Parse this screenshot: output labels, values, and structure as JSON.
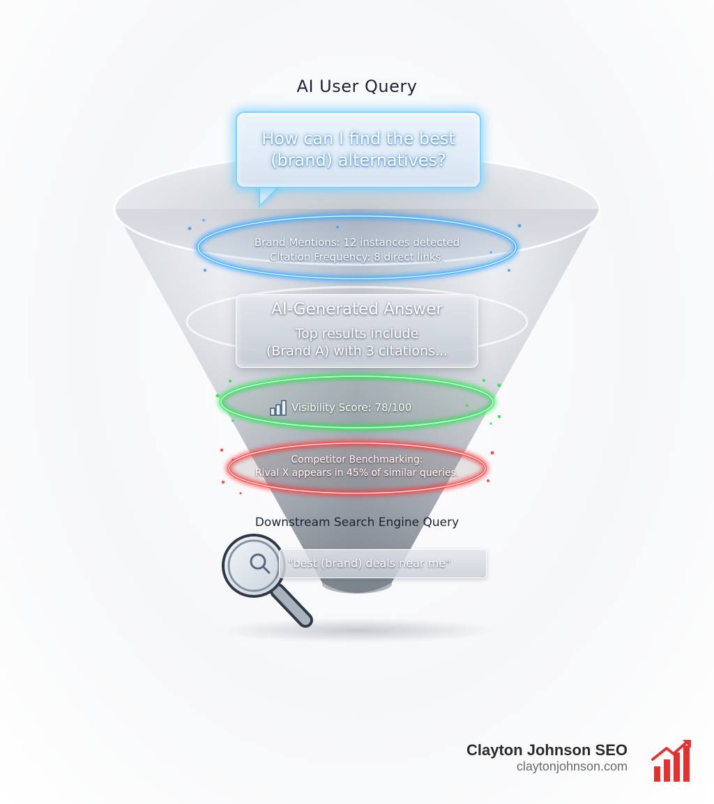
{
  "diagram": {
    "top_title": "AI User Query",
    "query_bubble": {
      "line1": "How can I find the best",
      "line2": "(brand) alternatives?"
    },
    "blue_ring": {
      "line1": "Brand Mentions: 12 instances detected",
      "line2": "Citation Frequency: 8 direct links."
    },
    "answer_box": {
      "title": "AI-Generated Answer",
      "line1": "Top results include",
      "line2": "(Brand A) with 3 citations..."
    },
    "green_ring": {
      "label": "Visibility Score: 78/100",
      "score": 78,
      "score_max": 100,
      "icon": "bar-chart-icon"
    },
    "red_ring": {
      "line1": "Competitor Benchmarking:",
      "line2": "Rival X appears in 45% of similar queries."
    },
    "downstream": {
      "title": "Downstream Search Engine Query",
      "search_text": "\"best (brand) deals near me\"",
      "icon": "magnifying-glass-icon"
    },
    "colors": {
      "blue_glow": "#3aa6ff",
      "green_glow": "#2ee85a",
      "red_glow": "#ff3b3b",
      "funnel": "#9ea6b2"
    }
  },
  "branding": {
    "name": "Clayton Johnson SEO",
    "url": "claytonjohnson.com",
    "logo_icon": "growth-chart-logo-icon",
    "logo_color": "#e53030"
  }
}
